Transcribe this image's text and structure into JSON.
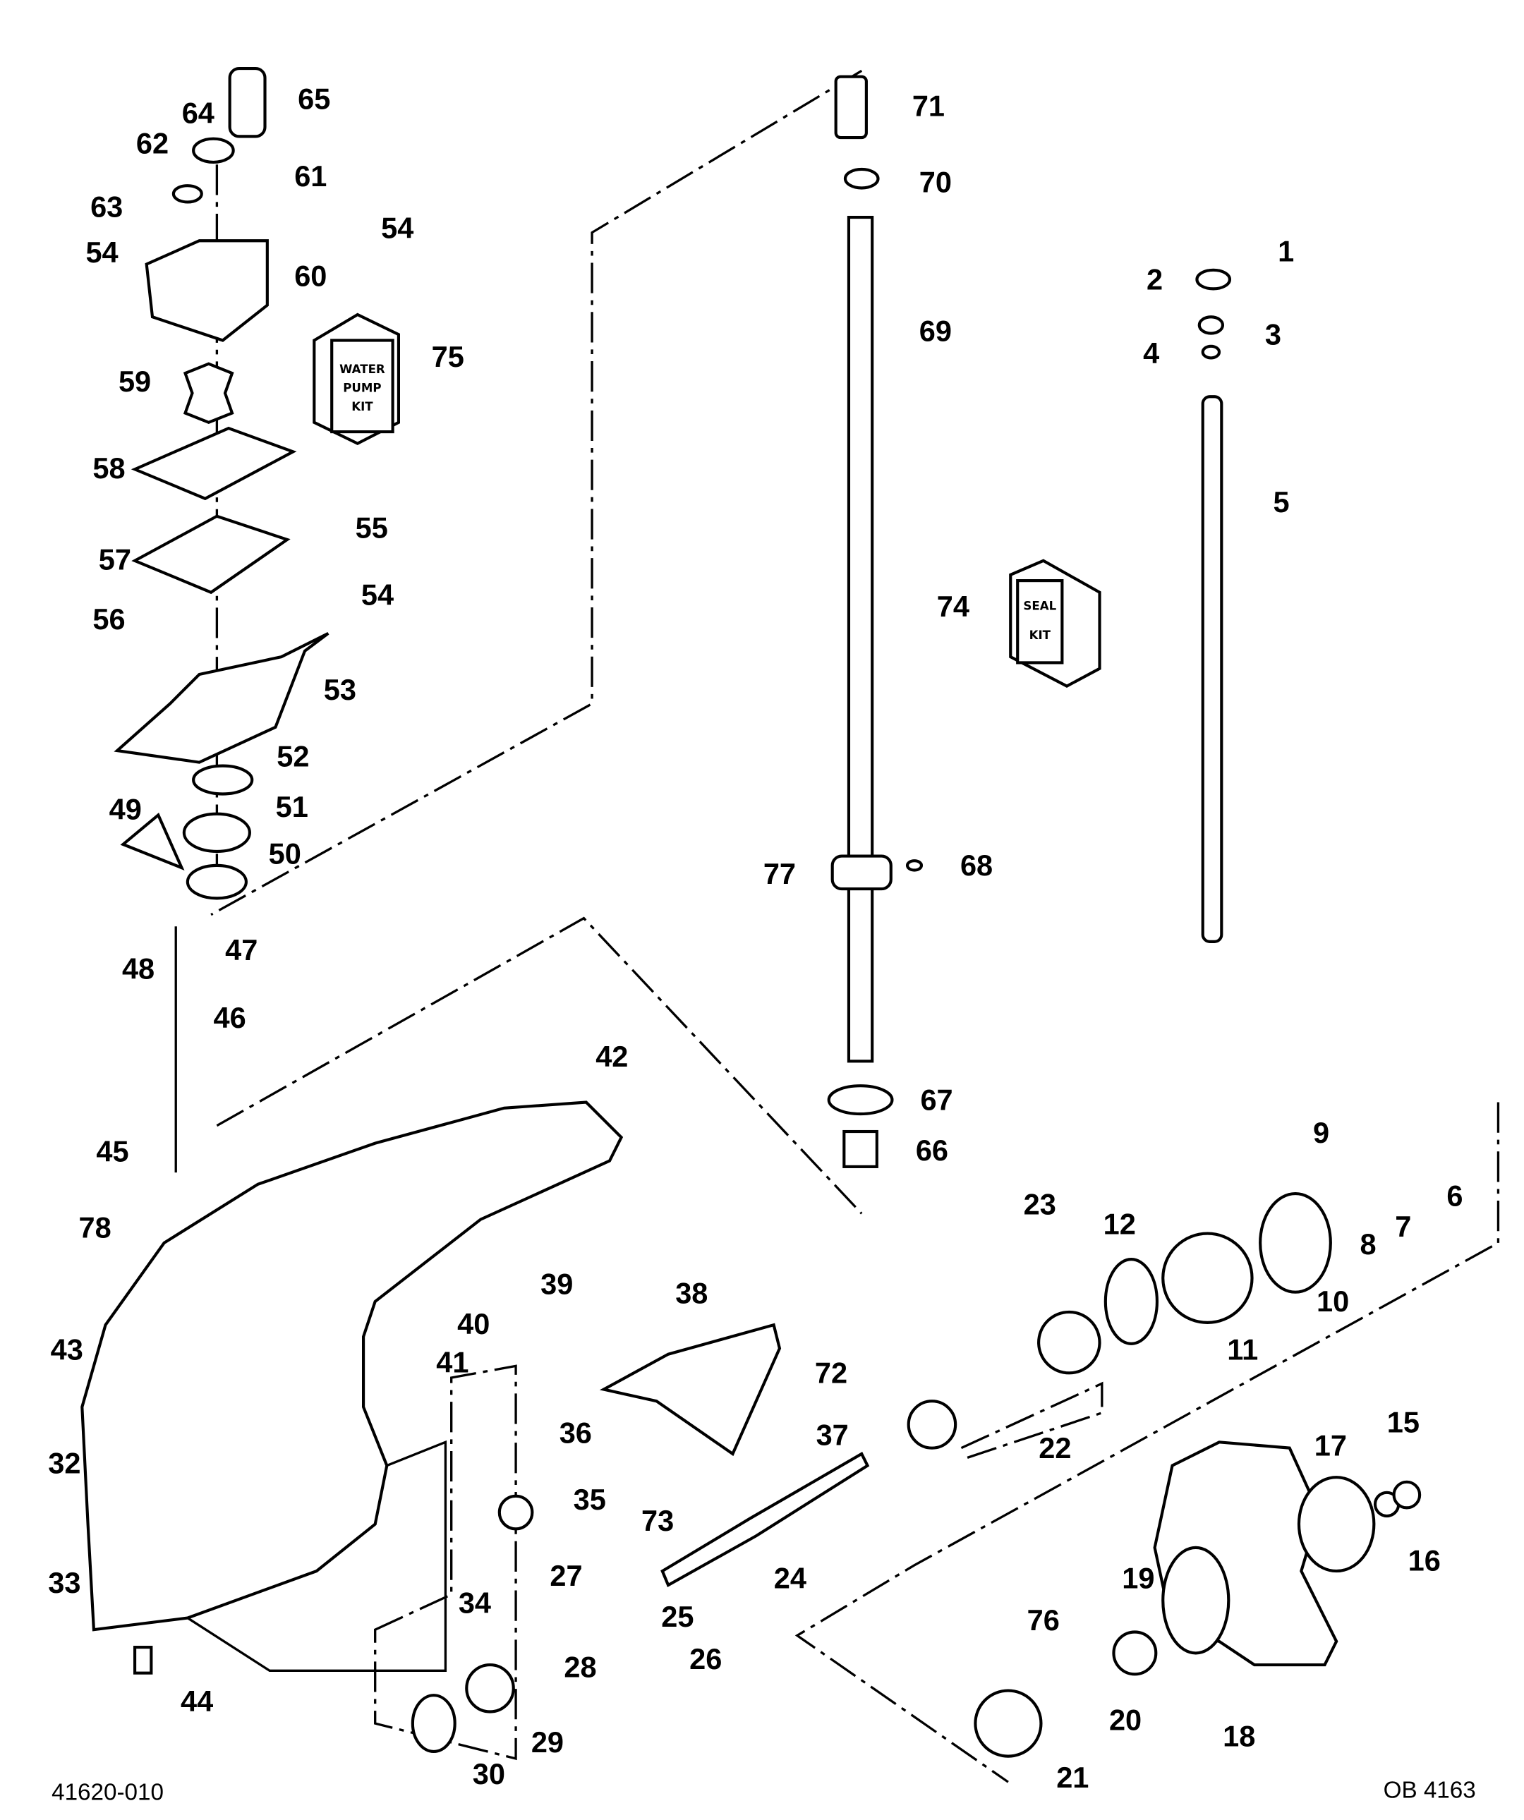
{
  "diagram": {
    "callouts": [
      "1",
      "2",
      "3",
      "4",
      "5",
      "6",
      "7",
      "8",
      "9",
      "10",
      "11",
      "12",
      "15",
      "16",
      "17",
      "18",
      "19",
      "20",
      "21",
      "22",
      "23",
      "24",
      "25",
      "26",
      "27",
      "28",
      "29",
      "30",
      "32",
      "33",
      "34",
      "35",
      "36",
      "37",
      "38",
      "39",
      "40",
      "41",
      "42",
      "43",
      "44",
      "45",
      "46",
      "47",
      "48",
      "49",
      "50",
      "51",
      "52",
      "53",
      "54",
      "54",
      "54",
      "55",
      "56",
      "57",
      "58",
      "59",
      "60",
      "61",
      "62",
      "63",
      "64",
      "65",
      "66",
      "67",
      "68",
      "69",
      "70",
      "71",
      "72",
      "73",
      "74",
      "75",
      "76",
      "77",
      "78"
    ],
    "water_pump_kit_label": [
      "WATER",
      "PUMP",
      "KIT"
    ],
    "seal_kit_label": [
      "SEAL",
      "KIT"
    ],
    "drawing_number": "41620-010",
    "figure_code": "OB 4163"
  }
}
